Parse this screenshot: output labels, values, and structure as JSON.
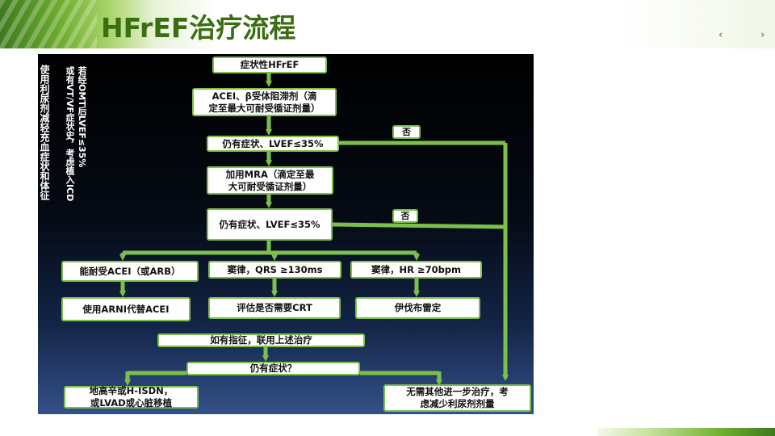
{
  "slide": {
    "title": "HFrEF治疗流程",
    "nav_prev": "‹",
    "nav_next": "›"
  },
  "side_notes": {
    "diuretic": "使用利尿剂减轻充血症状和体征",
    "icd_line1": "若经OMT后LVEF≤35%",
    "icd_line2": "或有VT/VF症状史，考虑植入ICD"
  },
  "flow": {
    "start": "症状性HFrEF",
    "step1": "ACEI、β受体阻滞剂（滴\n定至最大可耐受循证剂量）",
    "check1": "仍有症状、LVEF≤35%",
    "no1": "否",
    "step2": "加用MRA（滴定至最\n大可耐受循证剂量）",
    "check2": "仍有症状、LVEF≤35%",
    "no2": "否",
    "branch_acei": "能耐受ACEI（或ARB）",
    "branch_qrs": "窦律，QRS ≥130ms",
    "branch_hr": "窦律，HR ≥70bpm",
    "action_arni": "使用ARNI代替ACEI",
    "action_crt": "评估是否需要CRT",
    "action_ivabradine": "伊伐布雷定",
    "combine": "如有指征，联用上述治疗",
    "check3": "仍有症状？",
    "final_left": "地高辛或H-ISDN，\n或LVAD或心脏移植",
    "final_right": "无需其他进一步治疗，考\n虑减少利尿剂剂量"
  },
  "colors": {
    "accent_green": "#7cc04a",
    "title_green": "#3a6e12"
  }
}
